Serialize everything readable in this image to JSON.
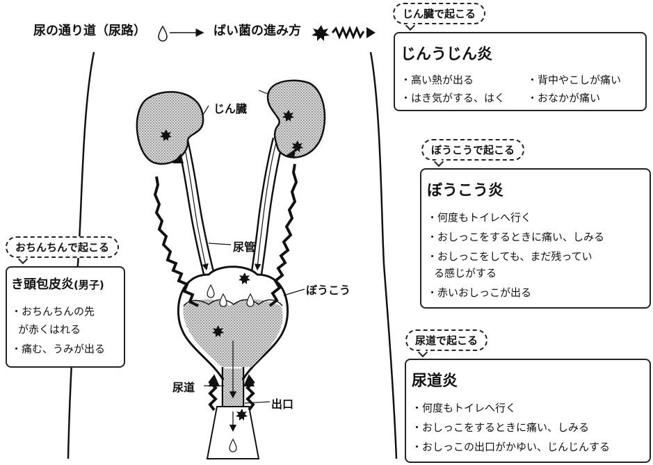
{
  "legend": {
    "urinary_path": "尿の通り道（尿路）",
    "bacteria_path": "ばい菌の進み方"
  },
  "labels": {
    "kidney": "じん臓",
    "ureter": "尿管",
    "bladder": "ぼうこう",
    "urethra": "尿道",
    "outlet": "出口"
  },
  "callouts": {
    "kidney": {
      "tag": "じん臓で起こる",
      "title": "じんうじん炎",
      "symptoms": [
        "・高い熱が出る",
        "・背中やこしが痛い",
        "・はき気がする、はく",
        "・おなかが痛い"
      ]
    },
    "bladder": {
      "tag": "ぼうこうで起こる",
      "title": "ぼうこう炎",
      "symptoms": [
        "・何度もトイレへ行く",
        "・おしっこをするときに痛い、しみる",
        "・おしっこをしても、まだ残ってい",
        "る感じがする",
        "・赤いおしっこが出る"
      ]
    },
    "urethra": {
      "tag": "尿道で起こる",
      "title": "尿道炎",
      "symptoms": [
        "・何度もトイレへ行く",
        "・おしっこをするときに痛い、しみる",
        "・おしっこの出口がかゆい、じんじんする"
      ]
    },
    "glans": {
      "tag": "おちんちんで起こる",
      "title": "き頭包皮炎",
      "title_suffix": "(男子)",
      "symptoms": [
        "・おちんちんの先",
        "が赤くはれる",
        "・痛む、うみが出る"
      ]
    }
  }
}
